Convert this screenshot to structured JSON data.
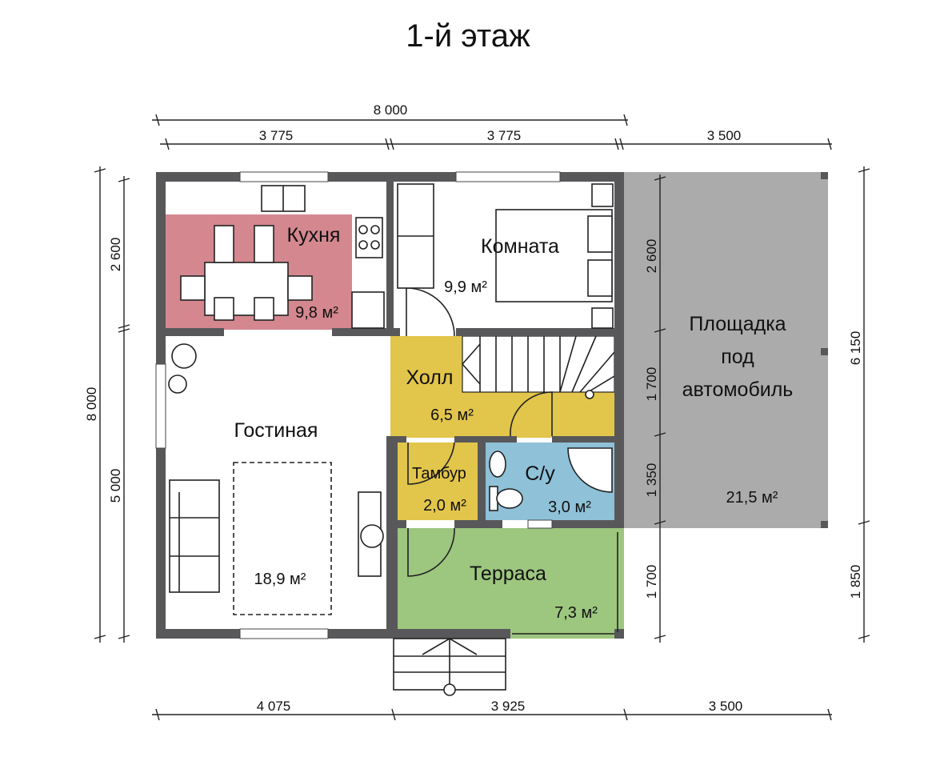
{
  "title": "1-й этаж",
  "colors": {
    "kitchen": "#d4878f",
    "hall": "#e2c54b",
    "bath": "#8fc1d9",
    "terrace": "#9dc67f",
    "carport": "#ababab",
    "wall": "#58585a"
  },
  "rooms": {
    "kitchen": {
      "name": "Кухня",
      "area": "9,8 м²"
    },
    "bedroom": {
      "name": "Комната",
      "area": "9,9 м²"
    },
    "living": {
      "name": "Гостиная",
      "area": "18,9 м²"
    },
    "hall": {
      "name": "Холл",
      "area": "6,5 м²"
    },
    "vestibule": {
      "name": "Тамбур",
      "area": "2,0 м²"
    },
    "bathroom": {
      "name": "С/у",
      "area": "3,0 м²"
    },
    "terrace": {
      "name": "Терраса",
      "area": "7,3 м²"
    },
    "carport": {
      "name_lines": [
        "Площадка",
        "под",
        "автомобиль"
      ],
      "area": "21,5 м²"
    }
  },
  "dimensions": {
    "top_total": "8 000",
    "top": [
      "3 775",
      "3 775",
      "3 500"
    ],
    "bottom": [
      "4 075",
      "3 925",
      "3 500"
    ],
    "left_total": "8 000",
    "left": [
      "2 600",
      "5 000"
    ],
    "right_inner": [
      "2 600",
      "1 700",
      "1 350",
      "1 700"
    ],
    "right_outer": [
      "6 150",
      "1 850"
    ]
  }
}
